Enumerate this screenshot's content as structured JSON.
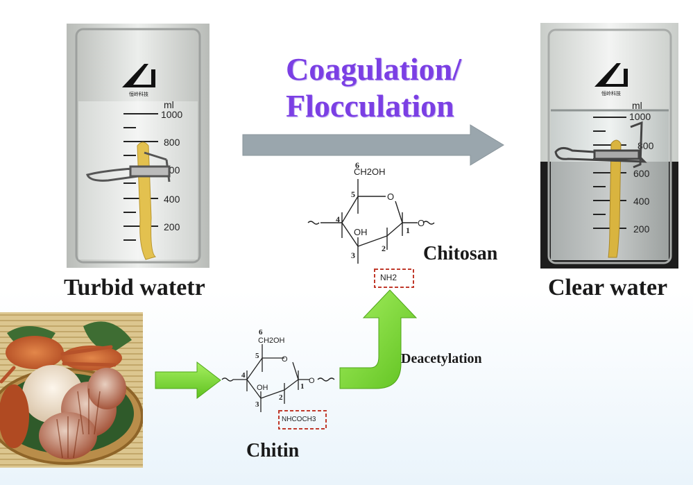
{
  "title": {
    "line1": "Coagulation/",
    "line2": "Flocculation"
  },
  "captions": {
    "turbid": "Turbid watetr",
    "clear": "Clear water",
    "chitosan": "Chitosan",
    "chitin": "Chitin",
    "deacetylation": "Deacetylation"
  },
  "beaker": {
    "unit": "ml",
    "marks": [
      "1000",
      "800",
      "600",
      "400",
      "200"
    ],
    "logo_text": "恒岭科技"
  },
  "chitosan_structure": {
    "ch2oh": "CH2OH",
    "ring_o": "O",
    "link_o": "O",
    "oh": "OH",
    "group": "NH2",
    "numbers": [
      "6",
      "5",
      "4",
      "1",
      "2",
      "3"
    ]
  },
  "chitin_structure": {
    "ch2oh": "CH2OH",
    "ring_o": "O",
    "link_o": "O",
    "oh": "OH",
    "group": "NHCOCH3",
    "numbers": [
      "6",
      "5",
      "4",
      "1",
      "2",
      "3"
    ]
  },
  "colors": {
    "title": "#7b3fe4",
    "gray_arrow": "#9aa6ad",
    "green_arrow": "#7fdd3a",
    "dashed_box": "#c0392b"
  }
}
